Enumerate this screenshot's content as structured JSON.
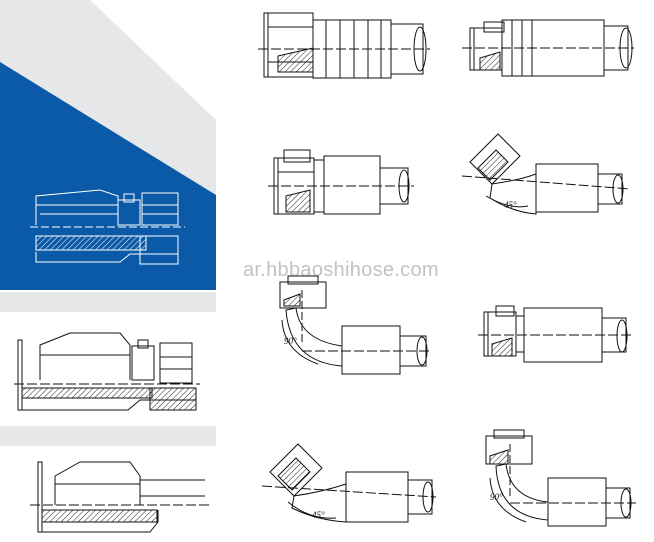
{
  "watermark": "ar.hbbaoshihose.com",
  "fittings": [
    {
      "id": "straight-female-swivel-a",
      "angle_label": ""
    },
    {
      "id": "straight-female-swivel-b",
      "angle_label": ""
    },
    {
      "id": "straight-female-swivel-c",
      "angle_label": ""
    },
    {
      "id": "elbow-45-a",
      "angle_label": "45°"
    },
    {
      "id": "elbow-90-a",
      "angle_label": "90°"
    },
    {
      "id": "straight-female-swivel-d",
      "angle_label": ""
    },
    {
      "id": "elbow-45-b",
      "angle_label": "45°"
    },
    {
      "id": "elbow-90-b",
      "angle_label": "90°"
    }
  ],
  "colors": {
    "blue_panel": "#0a5aa8",
    "gray_panel": "#e6e7e9",
    "line": "#111111"
  }
}
